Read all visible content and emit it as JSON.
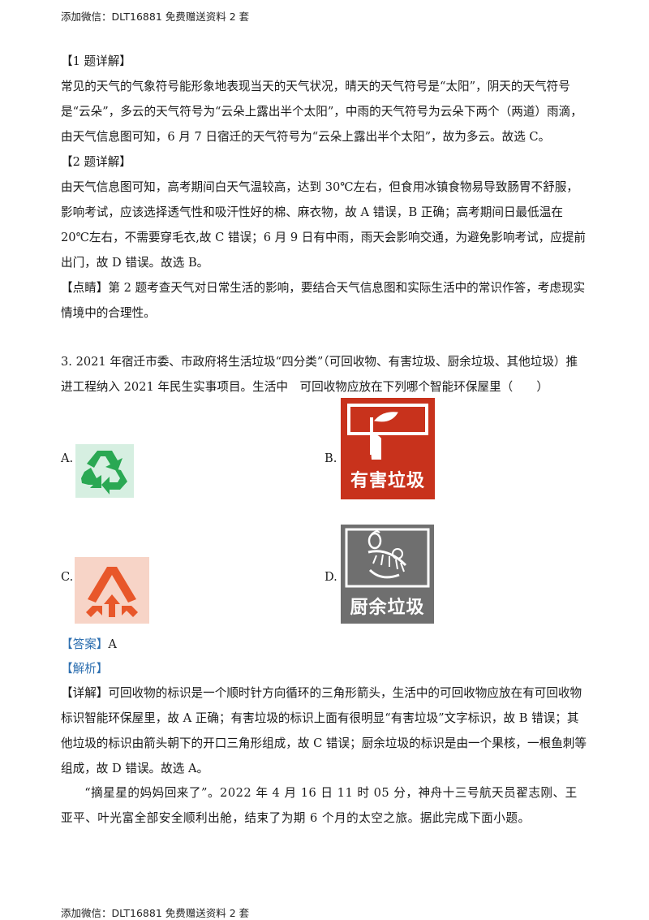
{
  "header_text": "添加微信：DLT16881 免费赠送资料 2 套",
  "footer_text": "添加微信：DLT16881 免费赠送资料 2 套",
  "q1": {
    "heading": "【1 题详解】",
    "body": "常见的天气的气象符号能形象地表现当天的天气状况，晴天的天气符号是“太阳”，阴天的天气符号是“云朵”，多云的天气符号为“云朵上露出半个太阳”，中雨的天气符号为云朵下两个（两道）雨滴，由天气信息图可知，6 月 7 日宿迁的天气符号为“云朵上露出半个太阳”，故为多云。故选 C。"
  },
  "q2": {
    "heading": "【2 题详解】",
    "body": "由天气信息图可知，高考期间白天气温较高，达到 30℃左右，但食用冰镇食物易导致肠胃不舒服，影响考试，应该选择透气性和吸汗性好的棉、麻衣物，故 A 错误，B 正确；高考期间日最低温在 20℃左右，不需要穿毛衣,故 C 错误；6 月 9 日有中雨，雨天会影响交通，为避免影响考试，应提前出门，故 D 错误。故选 B。"
  },
  "note": {
    "heading": "【点睛】",
    "body": "第 2 题考查天气对日常生活的影响，要结合天气信息图和实际生活中的常识作答，考虑现实情境中的合理性。"
  },
  "q3": {
    "stem": "3. 2021 年宿迁市委、市政府将生活垃圾“四分类”（可回收物、有害垃圾、厨余垃圾、其他垃圾）推进工程纳入 2021 年民生实事项目。生活中　可回收物应放在下列哪个智能环保屋里（　　）",
    "options": {
      "a": "A.",
      "b": "B.",
      "c": "C.",
      "d": "D."
    },
    "icon_b_text": "有害垃圾",
    "icon_d_text": "厨余垃圾",
    "answer_label": "【答案】",
    "answer_value": "A",
    "analysis_label": "【解析】",
    "detail_heading": "【详解】",
    "detail_body": "可回收物的标识是一个顺时针方向循环的三角形箭头，生活中的可回收物应放在有可回收物标识智能环保屋里，故 A 正确；有害垃圾的标识上面有很明显“有害垃圾”文字标识，故 B 错误；其他垃圾的标识由箭头朝下的开口三角形组成，故 C 错误；厨余垃圾的标识是由一个果核，一根鱼刺等组成，故 D 错误。故选 A。"
  },
  "passage": "“摘星星的妈妈回来了”。2022 年 4 月 16 日 11 时 05 分，神舟十三号航天员翟志刚、王亚平、叶光富全部安全顺利出舱，结束了为期 6 个月的太空之旅。据此完成下面小题。",
  "colors": {
    "recycle_green": "#2aa853",
    "recycle_bg": "#d6efe1",
    "hazard_red": "#c8321c",
    "other_orange": "#e8572a",
    "other_bg": "#f7d4c7",
    "kitchen_gray": "#6f6f6f",
    "label_blue": "#2d6fb0"
  }
}
